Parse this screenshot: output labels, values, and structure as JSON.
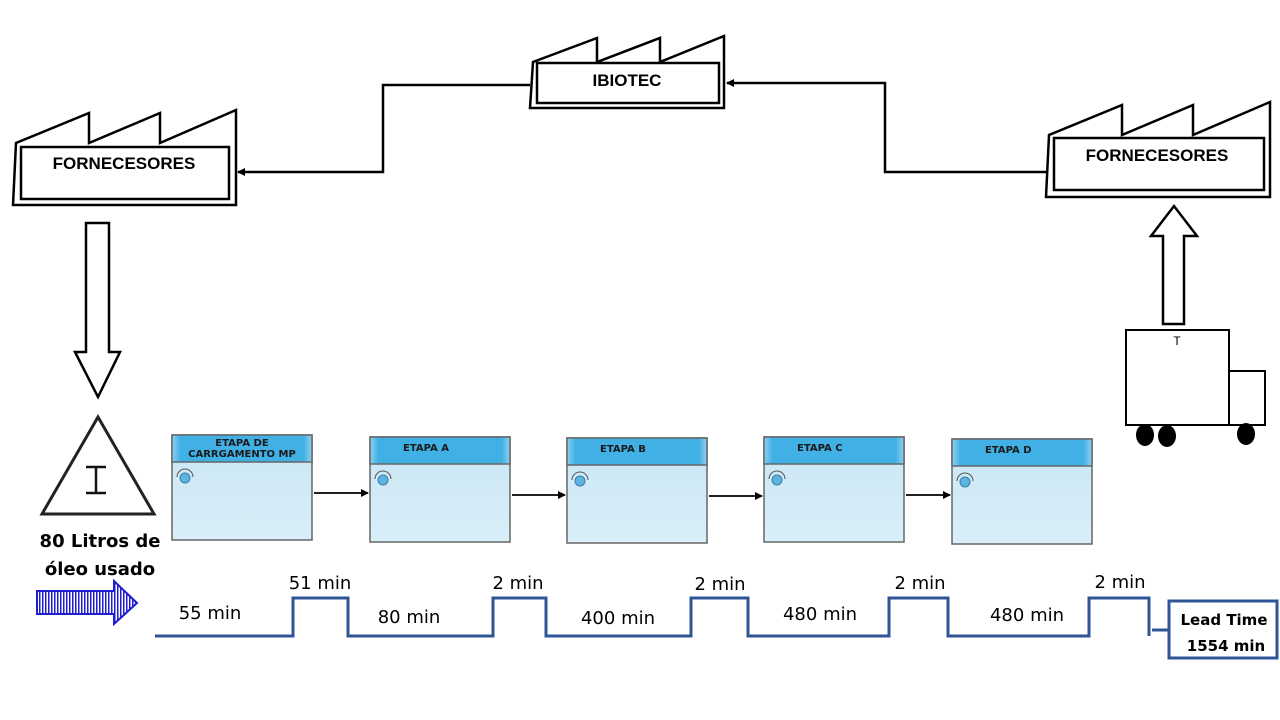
{
  "diagram": {
    "type": "value-stream-map",
    "factories": {
      "center": {
        "label": "IBIOTEC"
      },
      "left": {
        "label": "FORNECESORES"
      },
      "right": {
        "label": "FORNECESORES"
      }
    },
    "inventory": {
      "icon": "inventory-triangle-icon",
      "symbol": "I",
      "line1": "80 Litros de",
      "line2": "óleo usado"
    },
    "truck": {
      "label": "T"
    },
    "stages": [
      {
        "line1": "ETAPA DE",
        "line2": "CARRGAMENTO MP"
      },
      {
        "line1": "ETAPA A",
        "line2": ""
      },
      {
        "line1": "ETAPA B",
        "line2": ""
      },
      {
        "line1": "ETAPA C",
        "line2": ""
      },
      {
        "line1": "ETAPA D",
        "line2": ""
      }
    ],
    "timeline": {
      "wait_times": [
        "55 min",
        "80 min",
        "400 min",
        "480 min",
        "480 min"
      ],
      "process_times": [
        "51 min",
        "2 min",
        "2 min",
        "2 min",
        "2 min"
      ],
      "lead_time_label": "Lead Time",
      "lead_time_value": "1554 min"
    },
    "colors": {
      "timeline": "#2f5597",
      "stage_header": "#41b0e4",
      "stage_body": "#d4ecf7",
      "push_arrow": "#1f1fd0"
    }
  }
}
